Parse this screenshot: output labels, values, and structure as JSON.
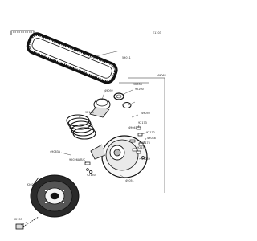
{
  "diagram": {
    "figure_code": "E1103",
    "part_labels": {
      "drive_belt": "59011",
      "assembly": "49064",
      "part_92033": "92033",
      "part_92200": "92200",
      "part_49092": "49092",
      "part_92145": "92145",
      "part_49050": "49050",
      "part_92173_top": "92173",
      "part_49043": "49043",
      "part_92172": "92172",
      "part_49048": "49048",
      "part_92173_mid": "92173",
      "part_92150": "92150",
      "part_49049": "49049",
      "part_92026": "92026A/B/C",
      "part_92150_low": "92150",
      "part_49063": "49063A",
      "part_49051": "49051",
      "part_92026a": "92026A",
      "part_92153": "92153"
    }
  }
}
